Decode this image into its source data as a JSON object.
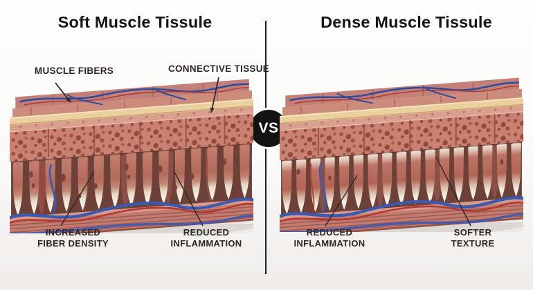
{
  "header": {
    "left_title": "Soft Muscle Tissule",
    "right_title": "Dense Muscle Tissule",
    "vs_label": "VS"
  },
  "left_panel": {
    "labels": {
      "muscle_fibers": "MUSCLE FIBERS",
      "connective_tissue": "CONNECTIVE TISSUE",
      "increased_fiber_density": {
        "line1": "INCREASED",
        "line2": "FIBER DENSITY"
      },
      "reduced_inflammation": {
        "line1": "REDUCED",
        "line2": "INFLAMMATION"
      }
    }
  },
  "right_panel": {
    "labels": {
      "reduced_inflammation": {
        "line1": "REDUCED",
        "line2": "INFLAMMATION"
      },
      "softer_texture": {
        "line1": "SOFTER",
        "line2": "TEXTURE"
      }
    }
  },
  "colors": {
    "divider": "#1d1d1d",
    "vs_badge_bg": "#131313",
    "vs_badge_text": "#ffffff",
    "title_text": "#151515",
    "label_text": "#2b2624",
    "annotation_line": "#2b2b2b",
    "tissue_salmon": "#c98272",
    "tissue_pore": "#9b5044",
    "fiber_red": "#b36a5b",
    "fiber_white_tip": "#f4efe6",
    "connective_cream": "#eccf9f",
    "vessel_blue": "#3c59b0",
    "vessel_red": "#b23832",
    "base_pink": "#c17b6f",
    "background_top": "#fefefe",
    "background_bottom": "#efecea"
  }
}
